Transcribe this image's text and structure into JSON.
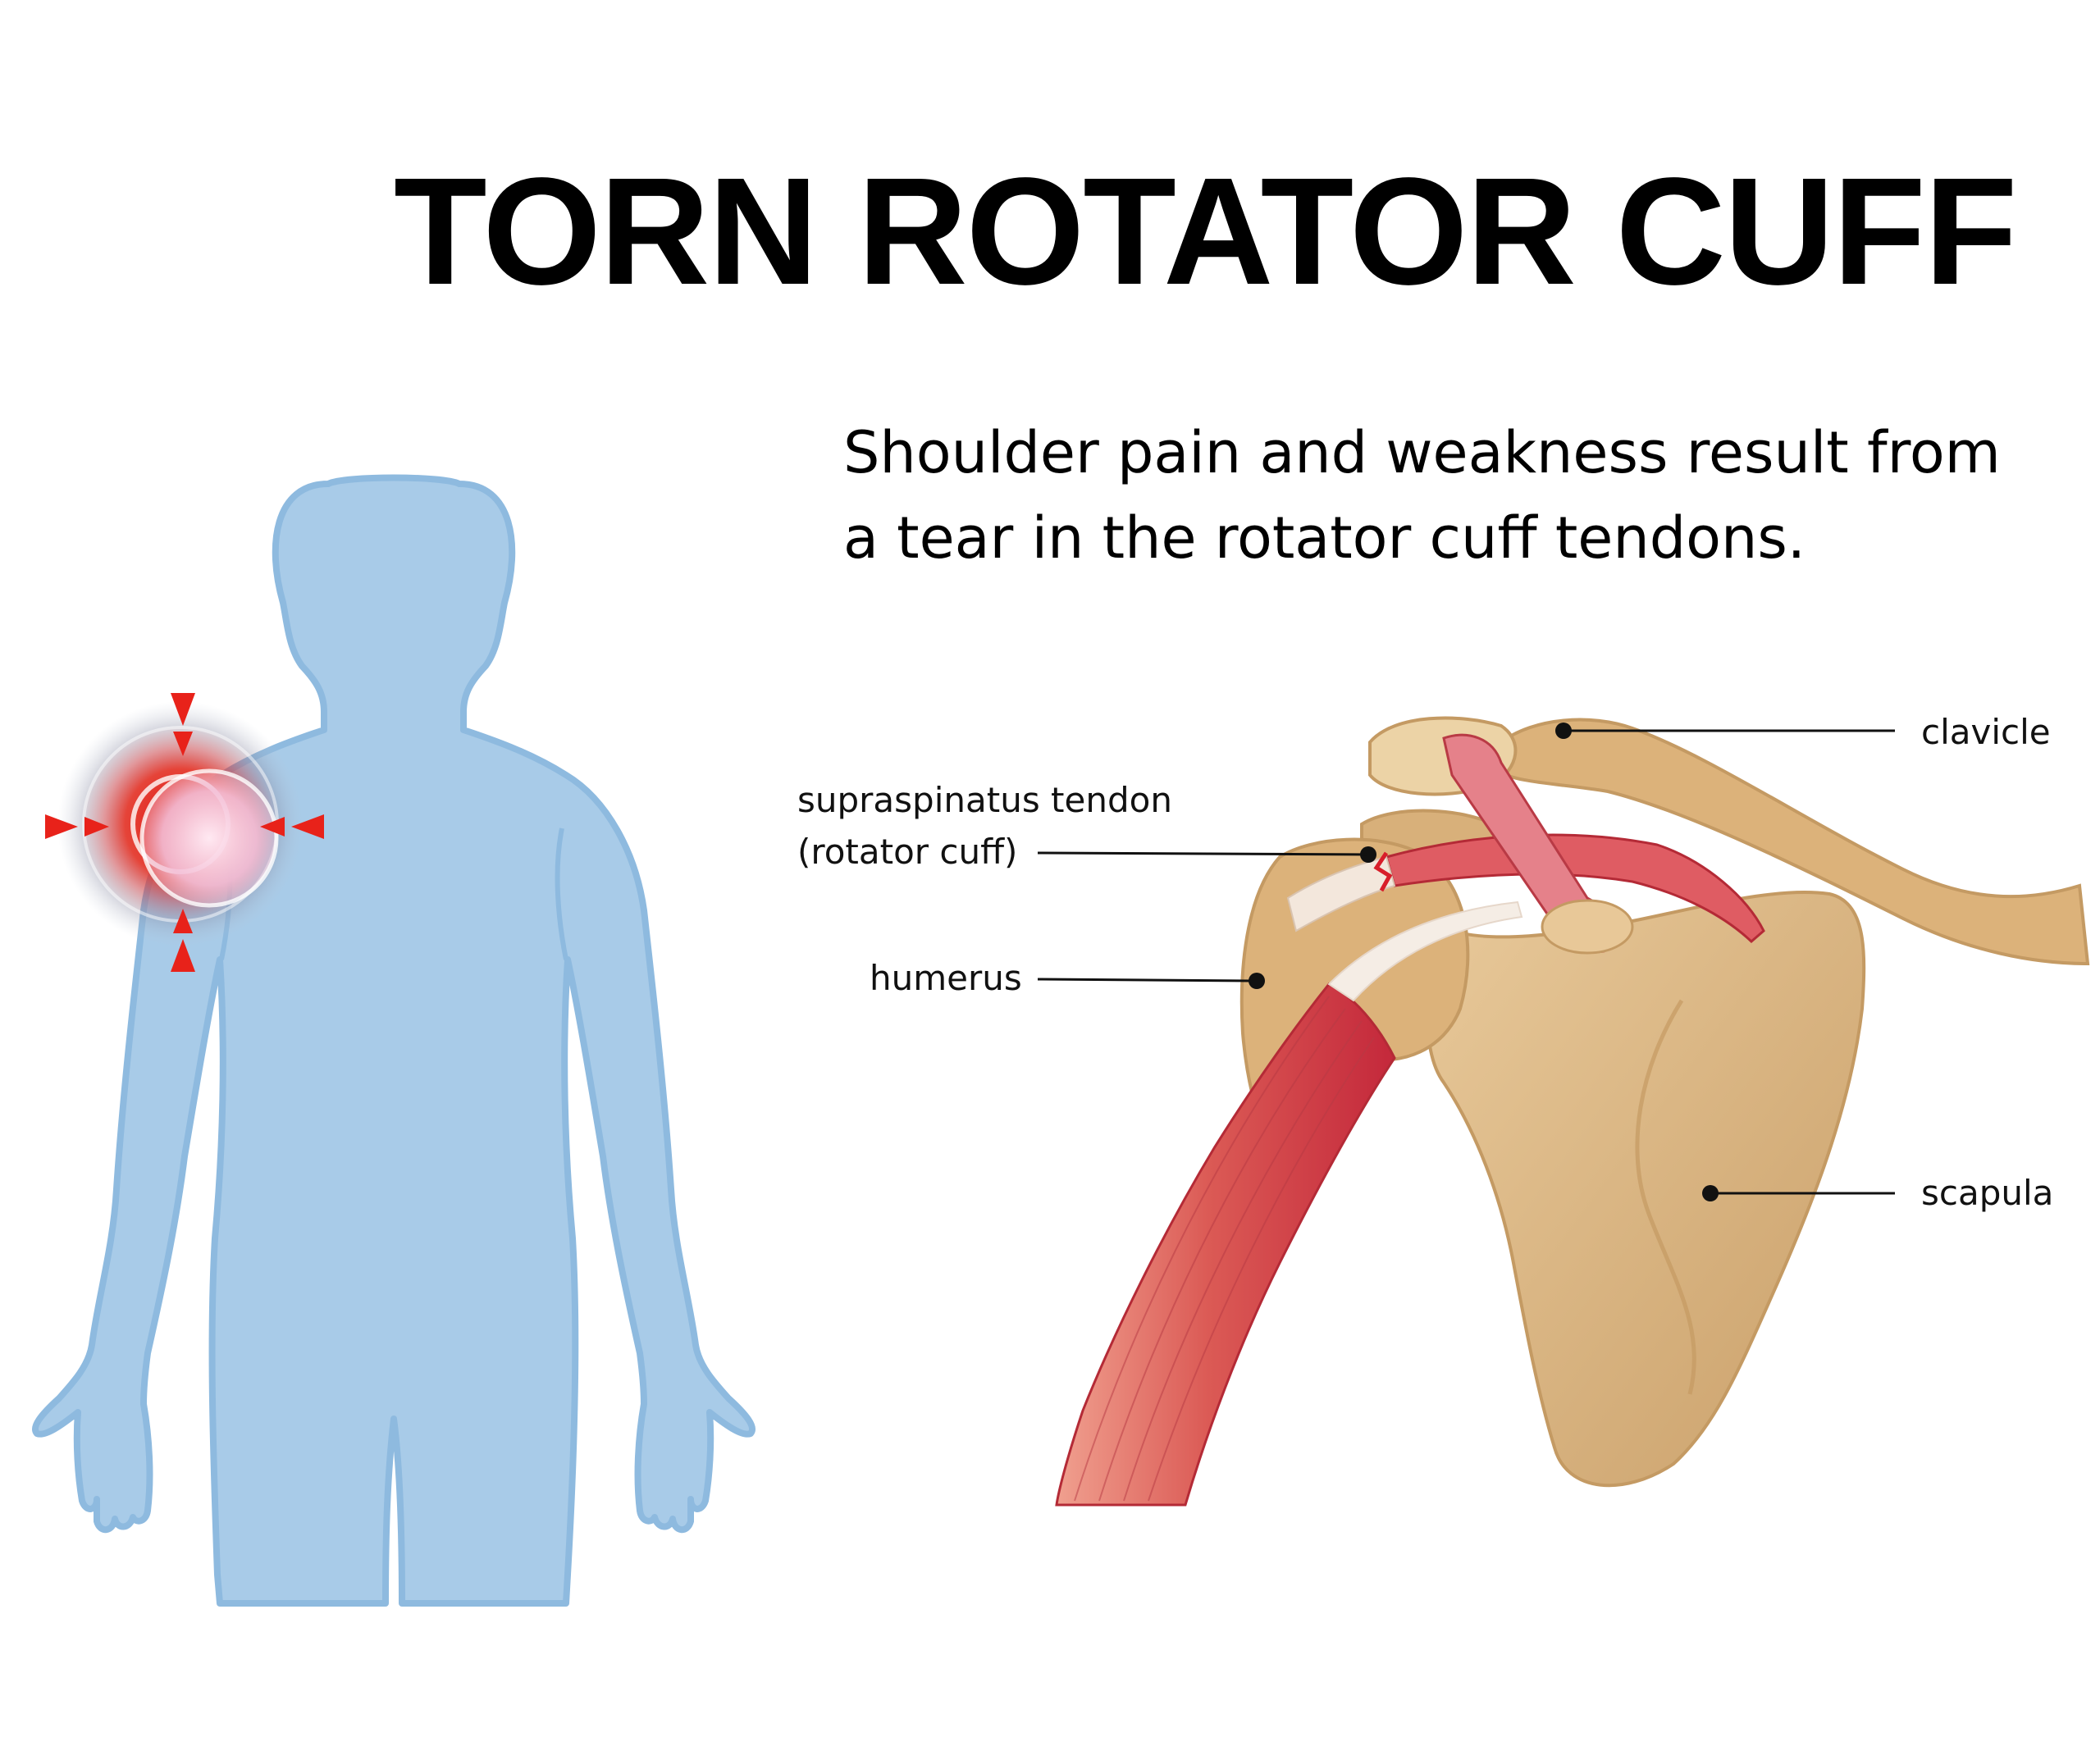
{
  "title": "TORN ROTATOR CUFF",
  "subtitle": {
    "line1": "Shoulder pain and weakness result from",
    "line2": "a tear in the rotator cuff tendons."
  },
  "labels": {
    "clavicle": "clavicle",
    "supraspinatus_line1": "supraspinatus tendon",
    "supraspinatus_line2": "(rotator cuff)",
    "humerus": "humerus",
    "scapula": "scapula"
  },
  "colors": {
    "body_fill": "#a7cbe7",
    "body_outline": "#8db9df",
    "pain_red": "#e8221a",
    "bone": "#d7b27d",
    "bone_light": "#ecd3a6",
    "muscle": "#d6464e",
    "tendon": "#f2e6dc"
  }
}
